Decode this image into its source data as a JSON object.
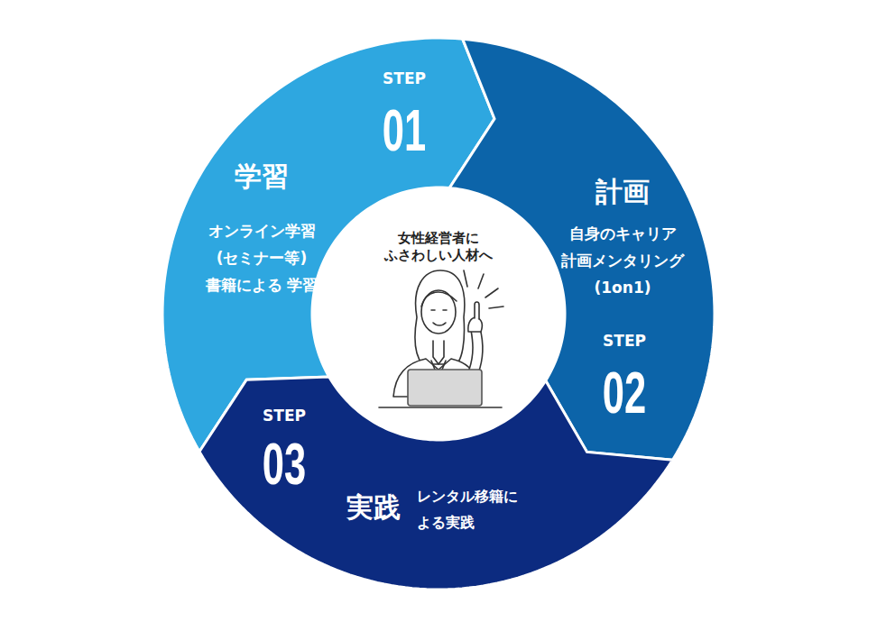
{
  "diagram": {
    "nodes": [
      {
        "text": [
          "女性経営者に ふさわしい人材へ"
        ]
      },
      {
        "text": [
          "STEP",
          "01",
          "学習",
          "オンライン学習 (セミナー等) 書籍による 学習"
        ]
      },
      {
        "text": [
          "計画",
          "自身のキャリア 計画メンタリング (1on1)",
          "STEP",
          "02"
        ]
      },
      {
        "text": [
          "STEP",
          "03",
          "実践",
          "レンタル移籍に よる実践"
        ]
      }
    ]
  }
}
